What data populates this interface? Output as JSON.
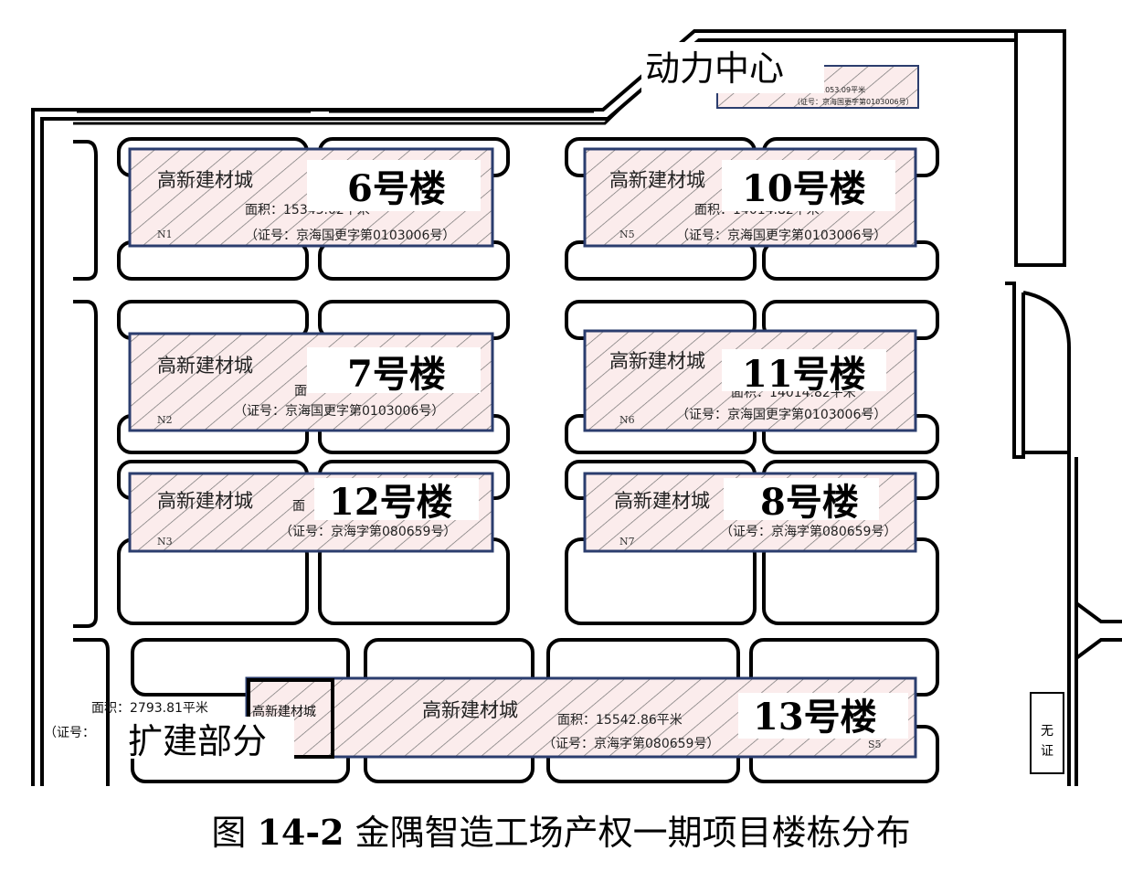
{
  "power_center": {
    "label": "动力中心",
    "area_text": "面积：1053.09平米",
    "cert_text": "（证号：京海国更字第0103006号）"
  },
  "buildings": [
    {
      "big_label": "6号楼",
      "name": "高新建材城",
      "area_text": "面积：15343.02平米",
      "cert_text": "（证号：京海国更字第0103006号）",
      "code": "N1"
    },
    {
      "big_label": "10号楼",
      "name": "高新建材城",
      "area_text": "面积：14014.82平米",
      "cert_text": "（证号：京海国更字第0103006号）",
      "code": "N5"
    },
    {
      "big_label": "7号楼",
      "name": "高新建材城",
      "area_text": "面",
      "cert_text": "（证号：京海国更字第0103006号）",
      "code": "N2"
    },
    {
      "big_label": "11号楼",
      "name": "高新建材城",
      "area_text": "面积：14014.82平米",
      "cert_text": "（证号：京海国更字第0103006号）",
      "code": "N6"
    },
    {
      "big_label": "12号楼",
      "name": "高新建材城",
      "area_text": "面",
      "cert_text": "（证号：京海字第080659号）",
      "code": "N3"
    },
    {
      "big_label": "8号楼",
      "name": "高新建材城",
      "area_text": "",
      "cert_text": "（证号：京海字第080659号）",
      "code": "N7"
    },
    {
      "big_label": "13号楼",
      "name": "高新建材城",
      "area_text": "面积：15542.86平米",
      "cert_text": "（证号：京海字第080659号）",
      "code": "S5"
    }
  ],
  "expansion": {
    "label": "扩建部分",
    "area_text": "面积：2793.81平米",
    "cert_text": "（证号：",
    "name_partial": "高新建材城"
  },
  "side_box": {
    "line1": "无",
    "line2": "证"
  },
  "caption": {
    "prefix": "图 ",
    "number": "14-2",
    "text": " 金隅智造工场产权一期项目楼栋分布"
  }
}
